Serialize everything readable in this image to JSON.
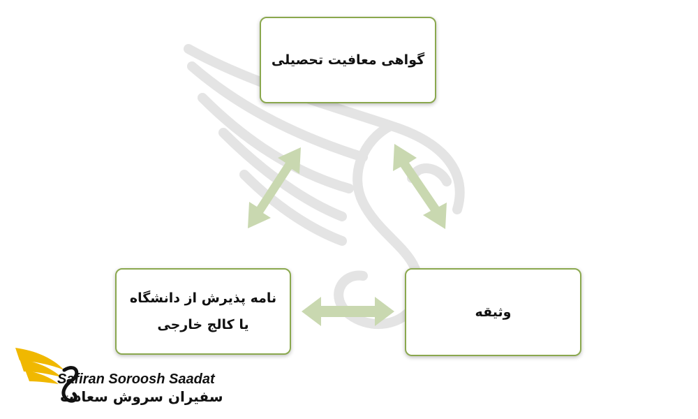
{
  "nodes": {
    "top": "گواهی معافیت تحصیلی",
    "left": "نامه پذیرش از دانشگاه یا کالج خارجی",
    "right": "وثیقه"
  },
  "logo": {
    "english": "Safiran Soroosh Saadat",
    "persian": "سفیران سروش سعادت"
  },
  "colors": {
    "border": "#8aa84e",
    "arrow": "#c9d8b0",
    "logo_gold": "#f0b800"
  },
  "icons": [
    "swan-wing-watermark",
    "swan-logo-icon"
  ]
}
